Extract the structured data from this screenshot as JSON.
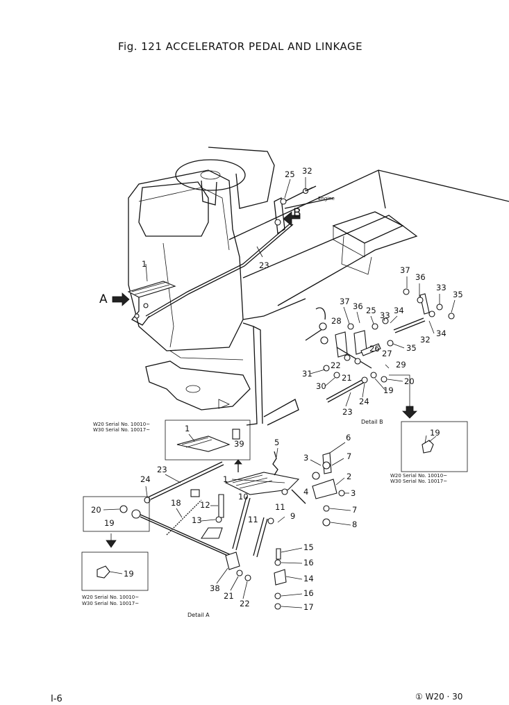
{
  "title": "Fig. 121  ACCELERATOR  PEDAL  AND  LINKAGE",
  "page_number": "I-6",
  "model_code": "① W20 · 30",
  "view_markers": {
    "a": "A",
    "b": "B"
  },
  "engine_label": "Engine",
  "detail_labels": {
    "a": "Detail A",
    "b": "Detail B"
  },
  "serial_notes": {
    "w20": "W20 Serial No. 10010~",
    "w30": "W30 Serial No. 10017~"
  },
  "part_numbers": [
    "1",
    "2",
    "3",
    "4",
    "5",
    "6",
    "7",
    "8",
    "9",
    "10",
    "11",
    "12",
    "13",
    "14",
    "15",
    "16",
    "17",
    "18",
    "19",
    "20",
    "21",
    "22",
    "23",
    "24",
    "25",
    "26",
    "27",
    "28",
    "29",
    "30",
    "31",
    "32",
    "33",
    "34",
    "35",
    "36",
    "37",
    "38",
    "39"
  ]
}
